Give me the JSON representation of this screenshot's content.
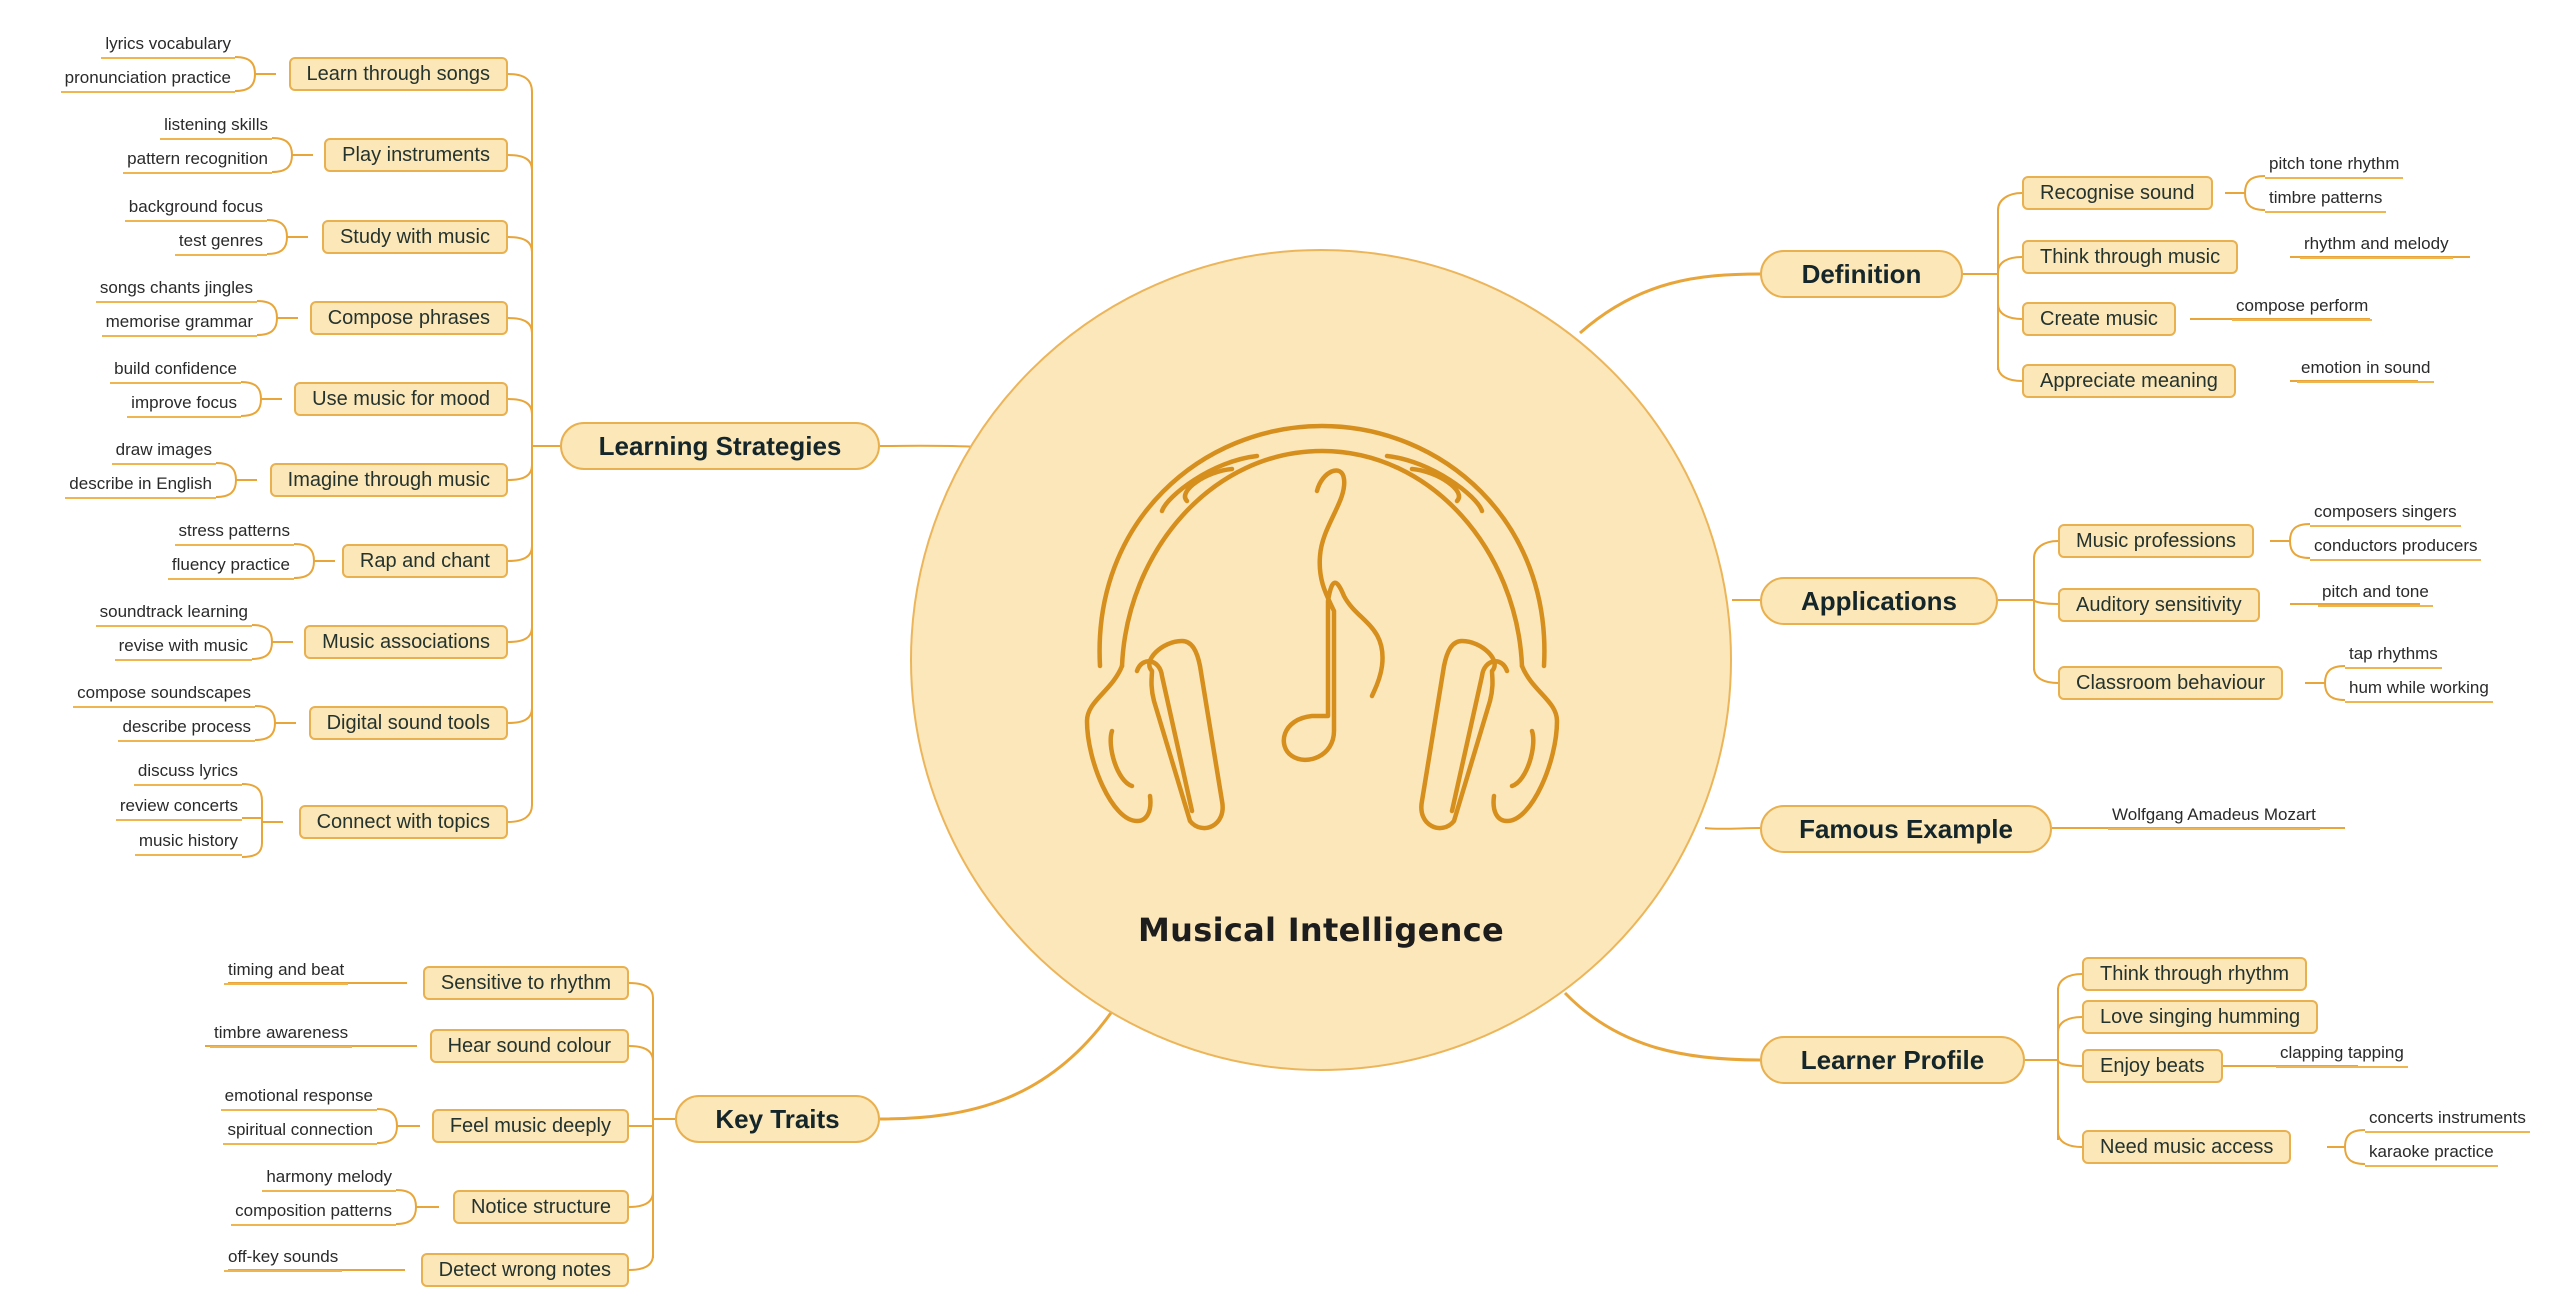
{
  "center": {
    "title": "Musical Intelligence",
    "icon": "headphones-music-note-icon"
  },
  "colors": {
    "node_fill": "#fce7b8",
    "node_border": "#e9b04f",
    "connector": "#e8a63a",
    "icon_stroke": "#d68e1d",
    "text": "#1f2d2a"
  },
  "branches": {
    "learning_strategies": {
      "label": "Learning Strategies",
      "children": [
        {
          "label": "Learn through songs",
          "leaves": [
            "lyrics vocabulary",
            "pronunciation practice"
          ]
        },
        {
          "label": "Play instruments",
          "leaves": [
            "listening skills",
            "pattern recognition"
          ]
        },
        {
          "label": "Study with music",
          "leaves": [
            "background focus",
            "test genres"
          ]
        },
        {
          "label": "Compose phrases",
          "leaves": [
            "songs chants jingles",
            "memorise grammar"
          ]
        },
        {
          "label": "Use music for mood",
          "leaves": [
            "build confidence",
            "improve focus"
          ]
        },
        {
          "label": "Imagine through music",
          "leaves": [
            "draw images",
            "describe in English"
          ]
        },
        {
          "label": "Rap and chant",
          "leaves": [
            "stress patterns",
            "fluency practice"
          ]
        },
        {
          "label": "Music associations",
          "leaves": [
            "soundtrack learning",
            "revise with music"
          ]
        },
        {
          "label": "Digital sound tools",
          "leaves": [
            "compose soundscapes",
            "describe process"
          ]
        },
        {
          "label": "Connect with topics",
          "leaves": [
            "discuss lyrics",
            "review concerts",
            "music history"
          ]
        }
      ]
    },
    "key_traits": {
      "label": "Key Traits",
      "children": [
        {
          "label": "Sensitive to rhythm",
          "leaves": [
            "timing and beat"
          ]
        },
        {
          "label": "Hear sound colour",
          "leaves": [
            "timbre awareness"
          ]
        },
        {
          "label": "Feel music deeply",
          "leaves": [
            "emotional response",
            "spiritual connection"
          ]
        },
        {
          "label": "Notice structure",
          "leaves": [
            "harmony melody",
            "composition patterns"
          ]
        },
        {
          "label": "Detect wrong notes",
          "leaves": [
            "off-key sounds"
          ]
        }
      ]
    },
    "definition": {
      "label": "Definition",
      "children": [
        {
          "label": "Recognise sound",
          "leaves": [
            "pitch tone rhythm",
            "timbre patterns"
          ]
        },
        {
          "label": "Think through music",
          "leaves": [
            "rhythm and melody"
          ]
        },
        {
          "label": "Create music",
          "leaves": [
            "compose perform"
          ]
        },
        {
          "label": "Appreciate meaning",
          "leaves": [
            "emotion in sound"
          ]
        }
      ]
    },
    "applications": {
      "label": "Applications",
      "children": [
        {
          "label": "Music professions",
          "leaves": [
            "composers singers",
            "conductors producers"
          ]
        },
        {
          "label": "Auditory sensitivity",
          "leaves": [
            "pitch and tone"
          ]
        },
        {
          "label": "Classroom behaviour",
          "leaves": [
            "tap rhythms",
            "hum while working"
          ]
        }
      ]
    },
    "famous_example": {
      "label": "Famous Example",
      "leaves": [
        "Wolfgang Amadeus Mozart"
      ]
    },
    "learner_profile": {
      "label": "Learner Profile",
      "children": [
        {
          "label": "Think through rhythm",
          "leaves": []
        },
        {
          "label": "Love singing humming",
          "leaves": []
        },
        {
          "label": "Enjoy beats",
          "leaves": [
            "clapping tapping"
          ]
        },
        {
          "label": "Need music access",
          "leaves": [
            "concerts instruments",
            "karaoke practice"
          ]
        }
      ]
    }
  }
}
